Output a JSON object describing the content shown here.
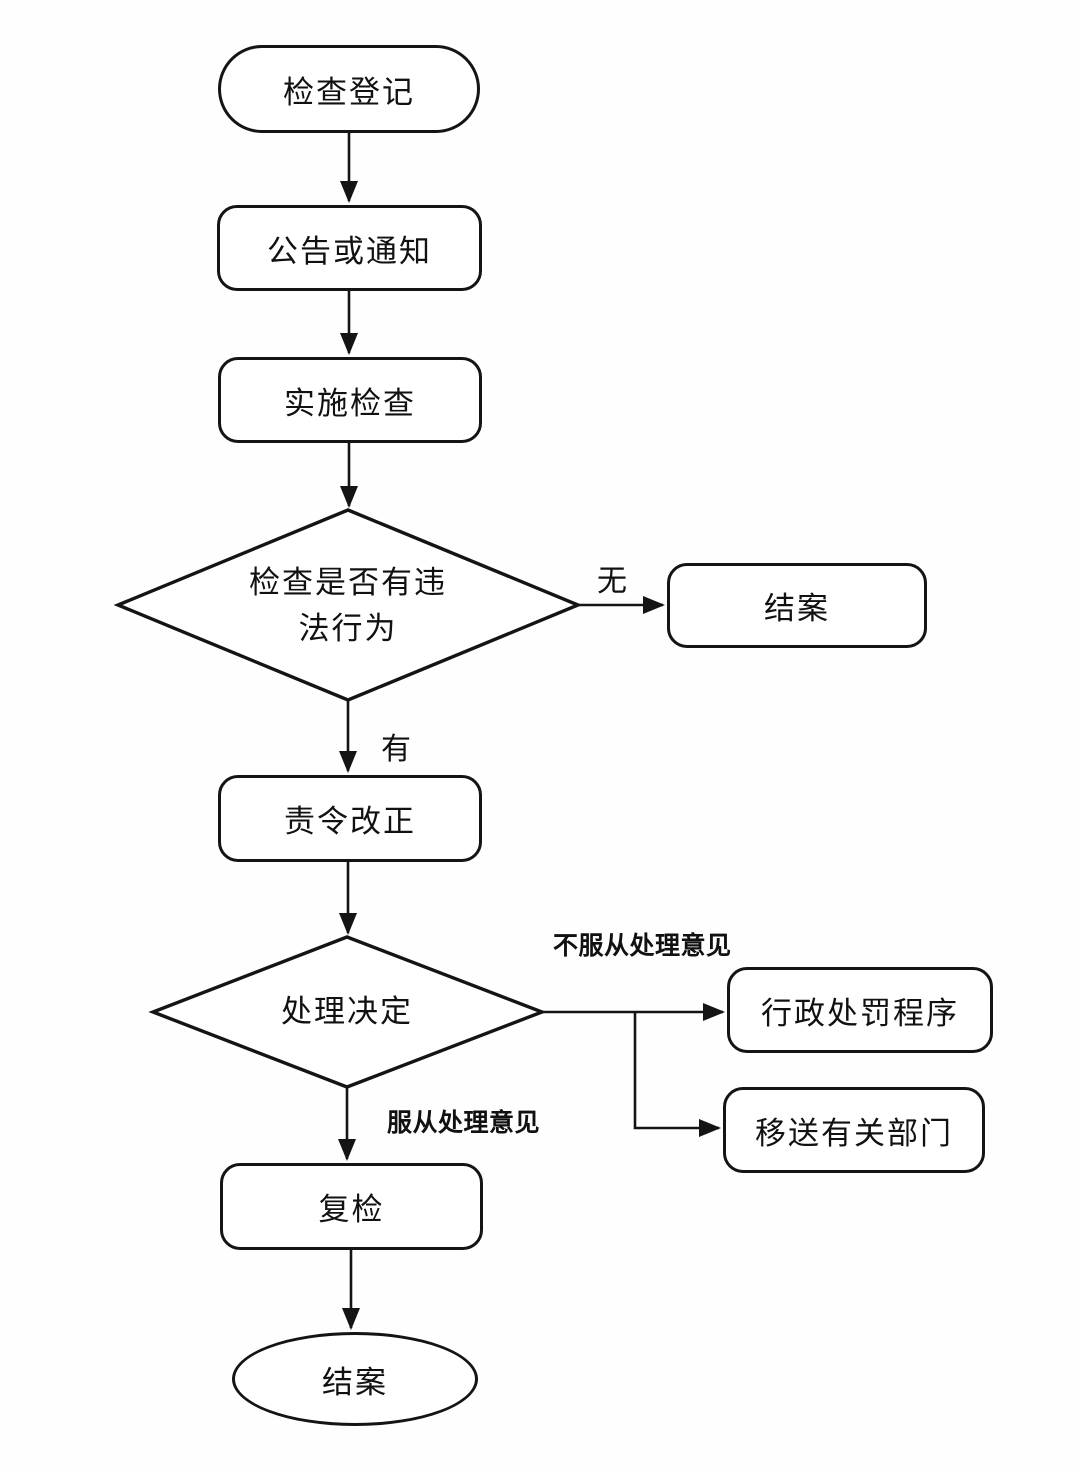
{
  "diagram": {
    "type": "flowchart",
    "background_color": "#fefefe",
    "line_color": "#141414",
    "nodes": [
      {
        "id": "start",
        "shape": "stadium",
        "label": "检查登记"
      },
      {
        "id": "announce-notice",
        "shape": "process",
        "label": "公告或通知"
      },
      {
        "id": "conduct-inspection",
        "shape": "process",
        "label": "实施检查"
      },
      {
        "id": "violation-check",
        "shape": "diamond",
        "label": "检查是否有违法行为",
        "line1": "检查是否有违",
        "line2": "法行为"
      },
      {
        "id": "close-case",
        "shape": "process",
        "label": "结案"
      },
      {
        "id": "order-correction",
        "shape": "process",
        "label": "责令改正"
      },
      {
        "id": "handling-decision",
        "shape": "diamond",
        "label": "处理决定"
      },
      {
        "id": "admin-penalty-procedure",
        "shape": "process",
        "label": "行政处罚程序"
      },
      {
        "id": "transfer-departments",
        "shape": "process",
        "label": "移送有关部门"
      },
      {
        "id": "recheck",
        "shape": "process",
        "label": "复检"
      },
      {
        "id": "close-case-final",
        "shape": "ellipse",
        "label": "结案"
      }
    ],
    "edge_labels": {
      "no": "无",
      "yes": "有",
      "disobey": "不服从处理意见",
      "obey": "服从处理意见"
    }
  }
}
